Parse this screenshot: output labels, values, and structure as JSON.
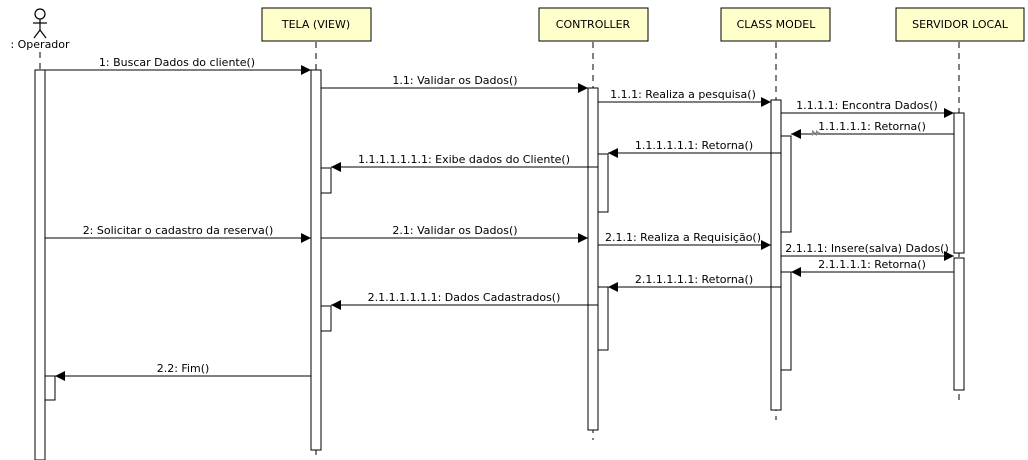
{
  "diagram": {
    "actor": {
      "label": ": Operador"
    },
    "lifelines": [
      {
        "label": "TELA (VIEW)"
      },
      {
        "label": "CONTROLLER"
      },
      {
        "label": "CLASS MODEL"
      },
      {
        "label": "SERVIDOR LOCAL"
      }
    ],
    "messages": [
      {
        "label": "1: Buscar Dados do cliente()"
      },
      {
        "label": "1.1: Validar os Dados()"
      },
      {
        "label": "1.1.1: Realiza a pesquisa()"
      },
      {
        "label": "1.1.1.1: Encontra Dados()"
      },
      {
        "label": "1.1.1.1.1: Retorna()"
      },
      {
        "label": "1.1.1.1.1.1: Retorna()"
      },
      {
        "label": "1.1.1.1.1.1.1: Exibe dados do Cliente()"
      },
      {
        "label": "2: Solicitar o cadastro da reserva()"
      },
      {
        "label": "2.1: Validar os Dados()"
      },
      {
        "label": "2.1.1: Realiza a Requisição()"
      },
      {
        "label": "2.1.1.1: Insere(salva) Dados()"
      },
      {
        "label": "2.1.1.1.1: Retorna()"
      },
      {
        "label": "2.1.1.1.1.1: Retorna()"
      },
      {
        "label": "2.1.1.1.1.1.1: Dados Cadastrados()"
      },
      {
        "label": "2.2: Fim()"
      }
    ],
    "colors": {
      "box_fill": "#FFFFCC",
      "line": "#000000",
      "activation_fill": "#FFFFFF",
      "return_glyph": "#888888"
    }
  }
}
